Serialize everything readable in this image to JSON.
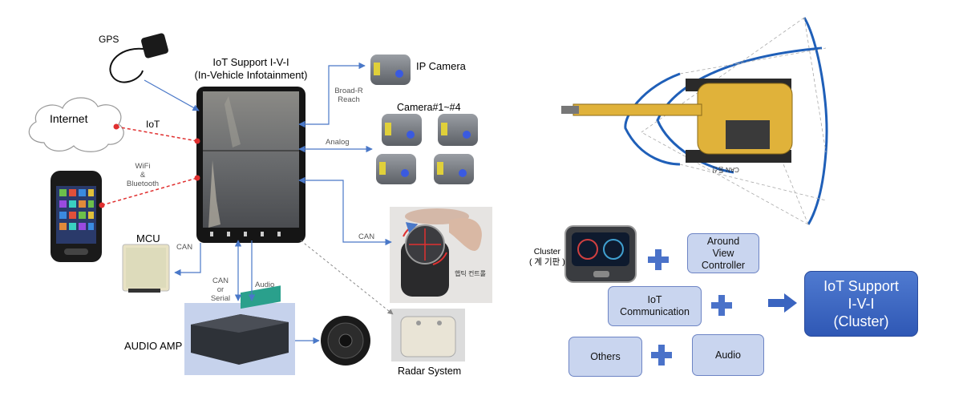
{
  "left": {
    "gps_label": "GPS",
    "internet_label": "Internet",
    "iot_label": "IoT",
    "wifi_label": "WiFi\n&\nBluetooth",
    "mcu_label": "MCU",
    "can_mcu_label": "CAN",
    "ivi_title_line1": "IoT   Support I-V-I",
    "ivi_title_line2": "(In-Vehicle Infotainment)",
    "ip_camera_label": "IP Camera",
    "broadr_label": "Broad-R\nReach",
    "cameras_label": "Camera#1~#4",
    "analog_label": "Analog",
    "can_haptic_label": "CAN",
    "haptic_caption": "햅틱 컨트롤",
    "can_serial_label": "CAN\nor\nSerial",
    "audio_label": "Audio",
    "audio_amp_label": "AUDIO AMP",
    "radar_label": "Radar System"
  },
  "right": {
    "excavator_text": "CAN 통신",
    "cluster_label_line1": "Cluster",
    "cluster_label_line2": "( 계 기판 )",
    "around_view_label": "Around\nView\nController",
    "iot_comm_label": "IoT\nCommunication",
    "others_label": "Others",
    "audio_label": "Audio",
    "final_label_line1": "IoT Support",
    "final_label_line2": "I-V-I",
    "final_label_line3": "(Cluster)"
  },
  "colors": {
    "box_fill": "#c9d5ef",
    "box_border": "#6d84c4",
    "plus": "#4a72c9",
    "final_fill": "#3a64c0",
    "connector_blue": "#4a78c8",
    "dashed_red": "#e03030",
    "arc_blue": "#1f5fb8",
    "excavator_yellow": "#e0b23a"
  }
}
